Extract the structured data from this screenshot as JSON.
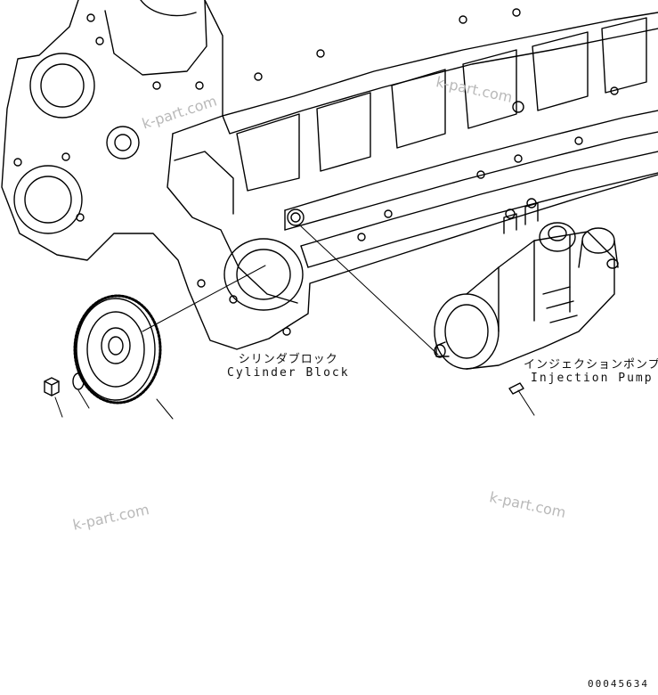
{
  "labels": {
    "cylinder_block_jp": "シリンダブロック",
    "cylinder_block_en": "Cylinder Block",
    "injection_pump_jp": "インジェクションポンプ",
    "injection_pump_en": "Injection Pump"
  },
  "watermark": "k-part.com",
  "drawing_code": "00045634"
}
